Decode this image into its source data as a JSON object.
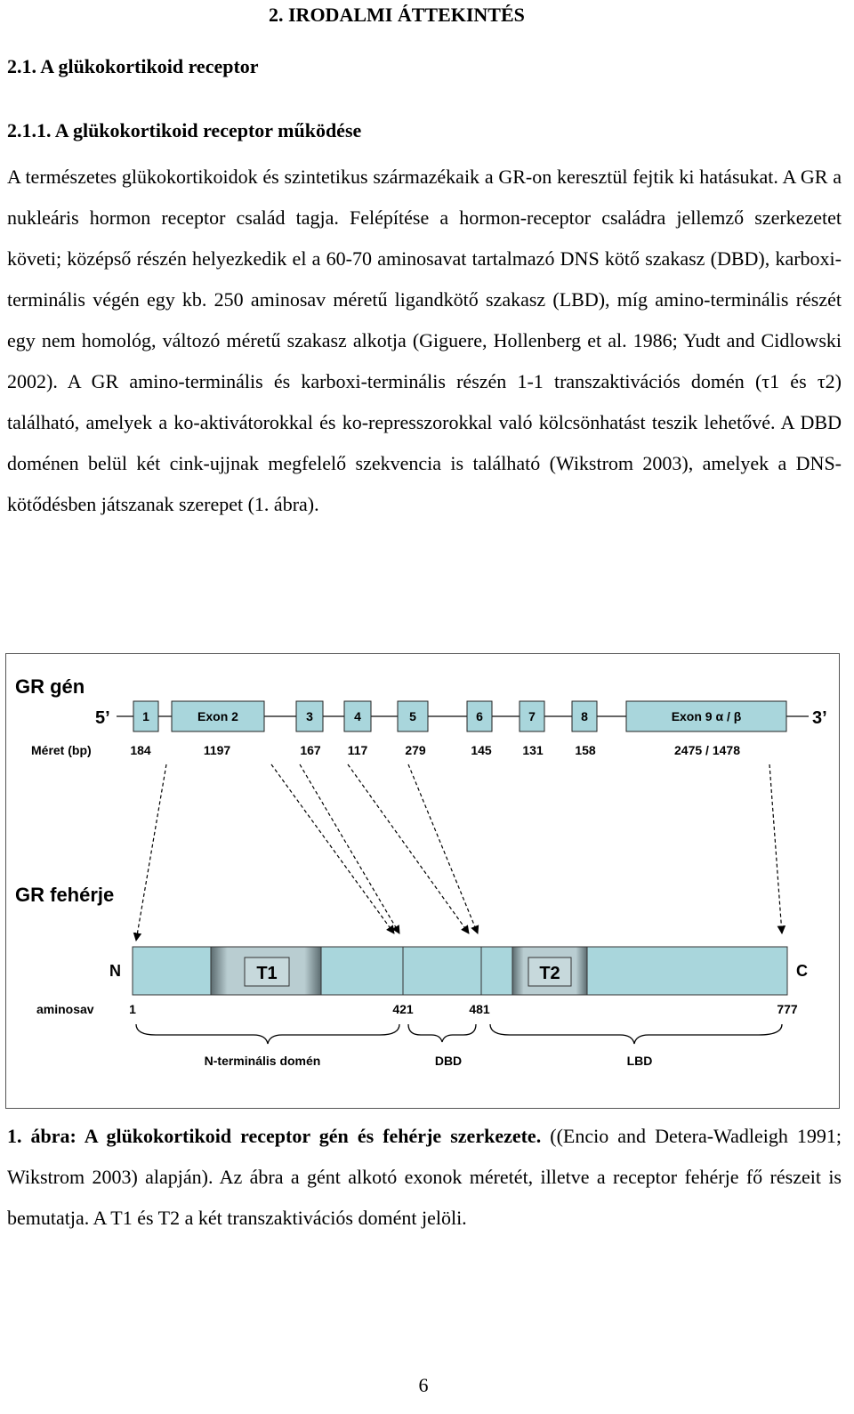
{
  "header": {
    "chapter": "2. IRODALMI ÁTTEKINTÉS"
  },
  "section": {
    "title": "2.1. A glükokortikoid receptor"
  },
  "subsection": {
    "title": "2.1.1. A glükokortikoid receptor működése"
  },
  "body": {
    "paragraph": "A természetes glükokortikoidok és szintetikus származékaik a GR-on keresztül fejtik ki hatásukat. A GR a nukleáris hormon receptor család tagja. Felépítése a hormon-receptor családra jellemző szerkezetet követi; középső részén helyezkedik el a 60-70 aminosavat tartalmazó DNS kötő szakasz (DBD), karboxi-terminális végén egy kb. 250 aminosav méretű ligandkötő szakasz (LBD), míg amino-terminális részét egy nem homológ, változó méretű szakasz alkotja (Giguere, Hollenberg et al. 1986; Yudt and Cidlowski 2002). A GR amino-terminális és karboxi-terminális részén 1-1 transzaktivációs domén (τ1 és τ2) található, amelyek a ko-aktivátorokkal és ko-represszorokkal való kölcsönhatást teszik lehetővé. A DBD doménen belül két cink-ujjnak megfelelő szekvencia is található (Wikstrom 2003), amelyek a DNS-kötődésben játszanak szerepet (1. ábra)."
  },
  "figure": {
    "gene_title": "GR gén",
    "five_prime": "5’",
    "three_prime": "3’",
    "size_label": "Méret (bp)",
    "exons": [
      {
        "label": "1",
        "size": "184"
      },
      {
        "label": "Exon 2",
        "size": "1197"
      },
      {
        "label": "3",
        "size": "167"
      },
      {
        "label": "4",
        "size": "117"
      },
      {
        "label": "5",
        "size": "279"
      },
      {
        "label": "6",
        "size": "145"
      },
      {
        "label": "7",
        "size": "131"
      },
      {
        "label": "8",
        "size": "158"
      },
      {
        "label": "Exon 9 α / β",
        "size": "2475 / 1478"
      }
    ],
    "protein_title": "GR fehérje",
    "n_label": "N",
    "c_label": "C",
    "aa_label": "aminosav",
    "positions": [
      "1",
      "421",
      "481",
      "777"
    ],
    "t1": "T1",
    "t2": "T2",
    "domains": [
      "N-terminális domén",
      "DBD",
      "LBD"
    ],
    "colors": {
      "exon_fill": "#a9d6dc",
      "t_box_dark": "#5b6b6f"
    }
  },
  "caption": {
    "label": "1. ábra: A glükokortikoid receptor gén és fehérje szerkezete.",
    "text": "((Encio and Detera-Wadleigh 1991; Wikstrom 2003) alapján). Az ábra a gént alkotó exonok méretét, illetve a receptor fehérje fő részeit is bemutatja. A T1 és T2 a két transzaktivációs domént jelöli."
  },
  "page_number": "6"
}
